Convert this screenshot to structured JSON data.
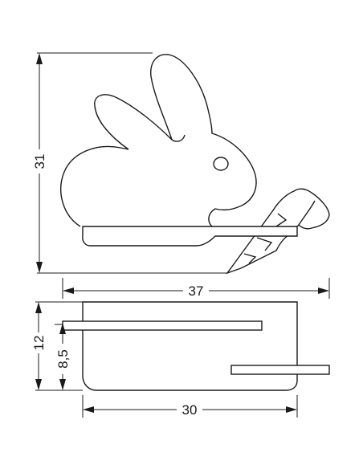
{
  "dimensions": {
    "height_total": "31",
    "width_total": "37",
    "depth_total": "12",
    "depth_shelf": "8,5",
    "width_back": "30"
  }
}
